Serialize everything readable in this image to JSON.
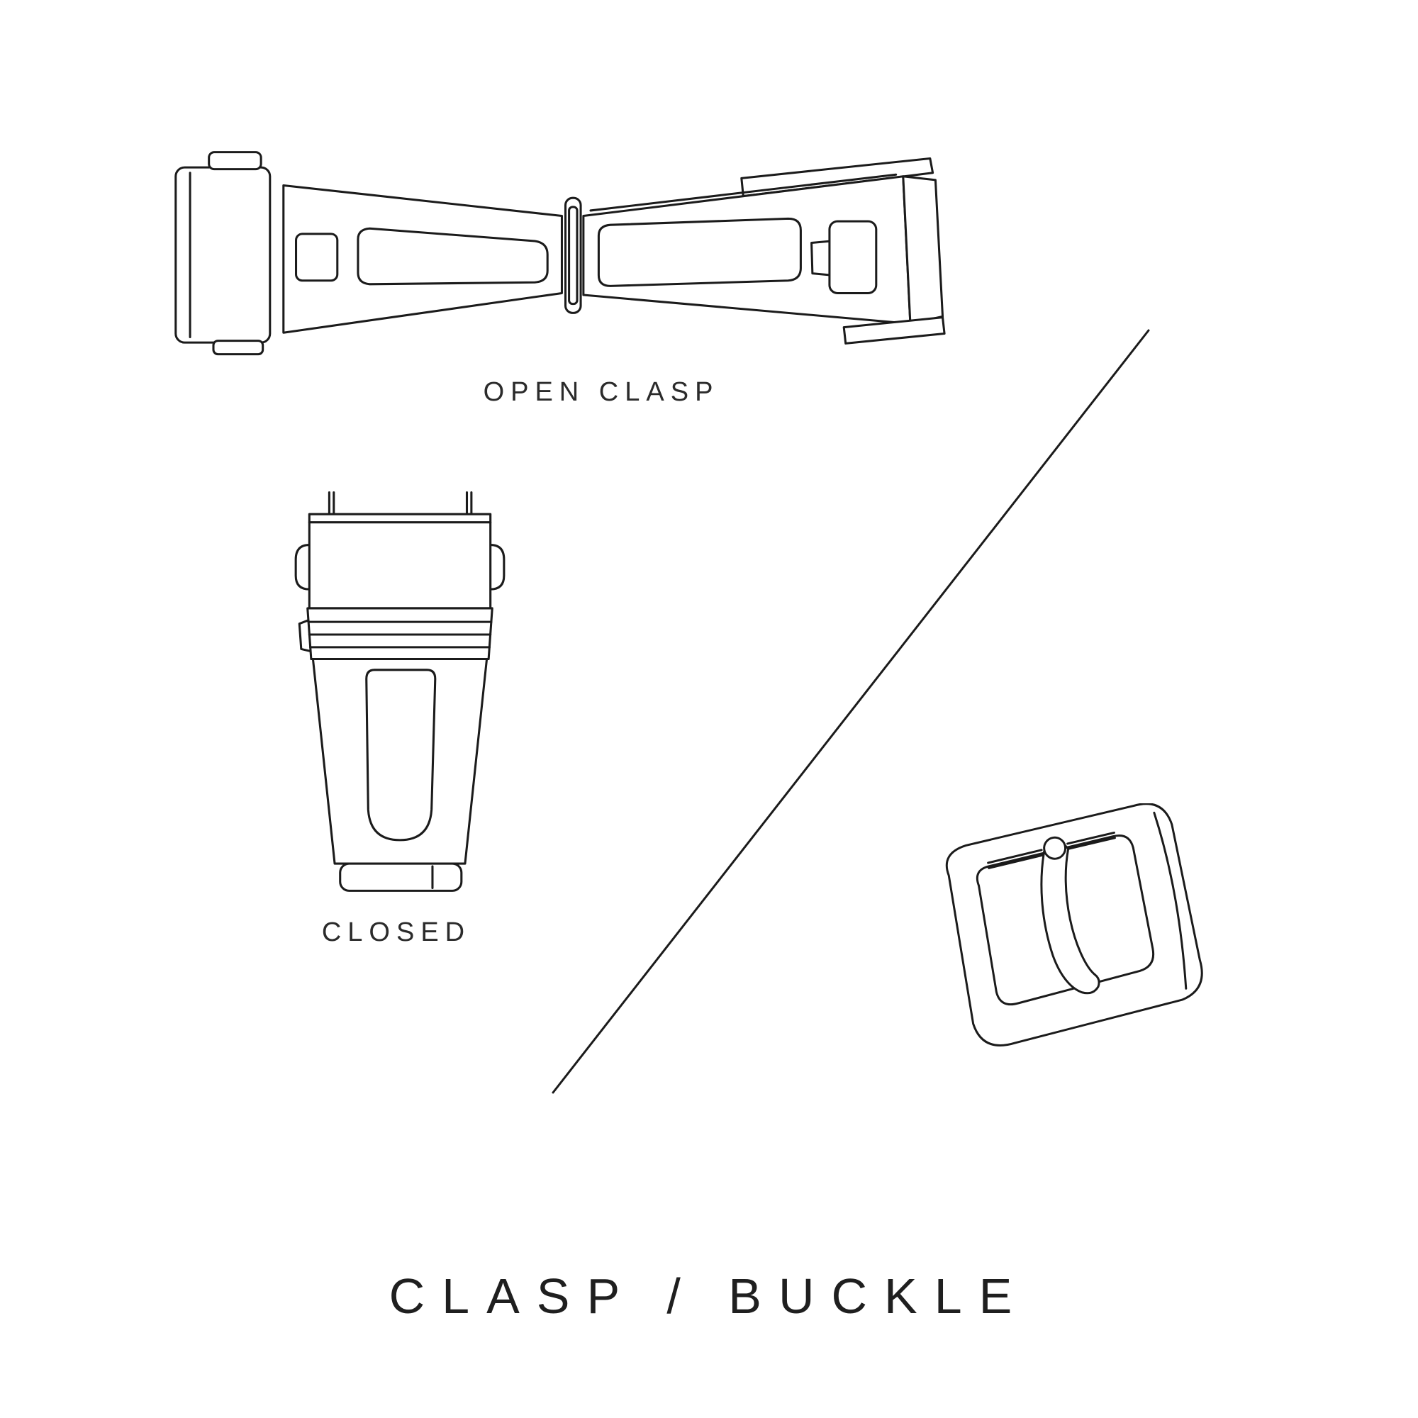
{
  "page": {
    "background_color": "#ffffff",
    "line_color": "#1b1b1b",
    "text_color": "#2b2b2b",
    "title": "CLASP / BUCKLE"
  },
  "figures": {
    "open_clasp": {
      "caption": "OPEN CLASP",
      "illustration": "open-deployant-clasp-line-drawing"
    },
    "closed_clasp": {
      "caption": "CLOSED",
      "illustration": "closed-deployant-clasp-line-drawing"
    },
    "buckle": {
      "caption": "",
      "illustration": "tang-buckle-line-drawing"
    }
  },
  "divider": {
    "style": "diagonal-line"
  }
}
